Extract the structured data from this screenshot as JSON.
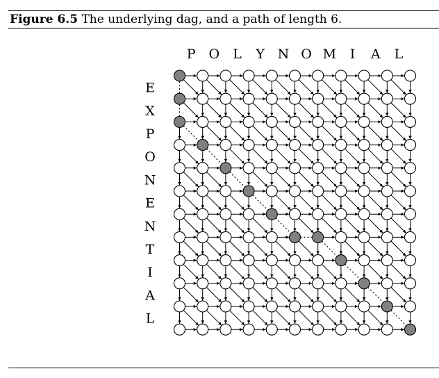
{
  "caption": {
    "label": "Figure 6.5",
    "text": "The underlying dag, and a path of length 6."
  },
  "top_string": [
    "P",
    "O",
    "L",
    "Y",
    "N",
    "O",
    "M",
    "I",
    "A",
    "L"
  ],
  "left_string": [
    "E",
    "X",
    "P",
    "O",
    "N",
    "E",
    "N",
    "T",
    "I",
    "A",
    "L"
  ],
  "colors": {
    "node_fill": "#ffffff",
    "highlight_fill": "#808080",
    "stroke": "#000000"
  },
  "highlighted_path": [
    [
      0,
      0
    ],
    [
      1,
      0
    ],
    [
      2,
      0
    ],
    [
      3,
      1
    ],
    [
      4,
      2
    ],
    [
      5,
      3
    ],
    [
      6,
      4
    ],
    [
      7,
      5
    ],
    [
      7,
      6
    ],
    [
      8,
      7
    ],
    [
      9,
      8
    ],
    [
      10,
      9
    ],
    [
      11,
      10
    ]
  ]
}
